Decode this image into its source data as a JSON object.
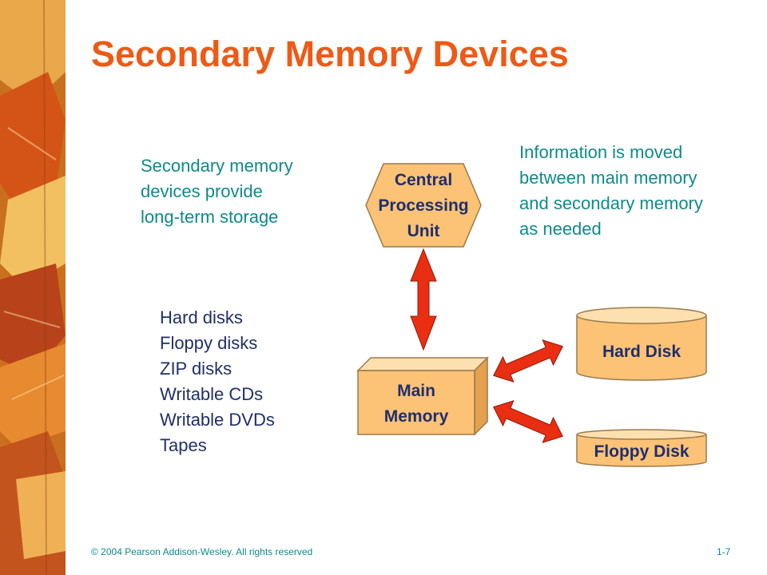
{
  "slide": {
    "title": "Secondary Memory Devices",
    "intro_text": [
      "Secondary memory",
      "devices provide",
      "long-term storage"
    ],
    "info_text": [
      "Information is moved",
      "between main memory",
      "and secondary memory",
      "as needed"
    ],
    "device_list": [
      "Hard disks",
      "Floppy disks",
      "ZIP disks",
      "Writable CDs",
      "Writable DVDs",
      "Tapes"
    ]
  },
  "diagram": {
    "cpu_label": [
      "Central",
      "Processing",
      "Unit"
    ],
    "main_memory_label": [
      "Main",
      "Memory"
    ],
    "hard_disk_label": "Hard Disk",
    "floppy_disk_label": "Floppy Disk"
  },
  "footer": {
    "copyright": "© 2004 Pearson Addison-Wesley. All rights reserved",
    "page_number": "1-7"
  },
  "colors": {
    "title": "#ee5a16",
    "body_text": "#0e8a8a",
    "node_fill": "#fcc276",
    "arrow_fill": "#ea2e12"
  }
}
